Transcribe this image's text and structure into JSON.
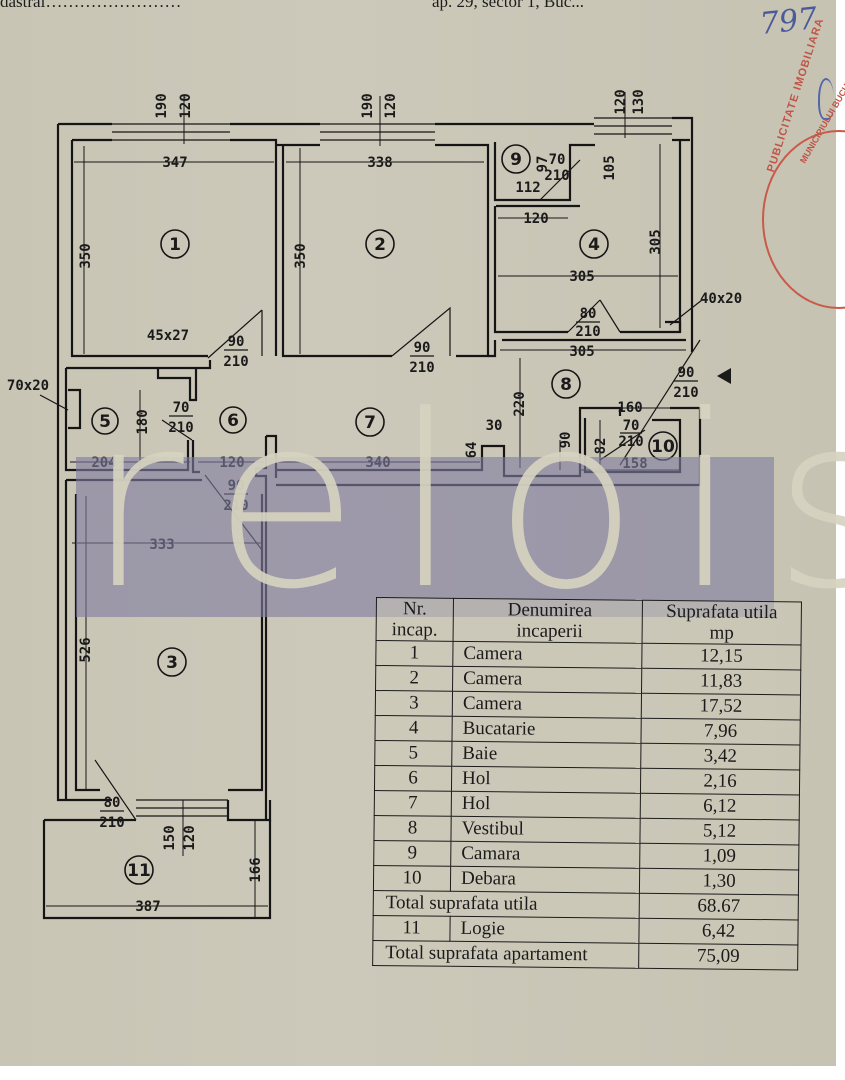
{
  "header": {
    "left_fragment": "dastral……………………",
    "right_fragment": "ap. 29, sector 1, Buc...",
    "handwritten_note": "797"
  },
  "watermark": {
    "text": "relois"
  },
  "stamp": {
    "outer_text": "PUBLICITATE IMOBILIARA",
    "inner_text": "MUNICIPIULUI BUCURESTI",
    "color": "#c25446"
  },
  "floor_plan": {
    "rooms": [
      {
        "id": "1",
        "label": "1"
      },
      {
        "id": "2",
        "label": "2"
      },
      {
        "id": "3",
        "label": "3"
      },
      {
        "id": "4",
        "label": "4"
      },
      {
        "id": "5",
        "label": "5"
      },
      {
        "id": "6",
        "label": "6"
      },
      {
        "id": "7",
        "label": "7"
      },
      {
        "id": "8",
        "label": "8"
      },
      {
        "id": "9",
        "label": "9"
      },
      {
        "id": "10",
        "label": "10"
      },
      {
        "id": "11",
        "label": "11"
      }
    ],
    "dimensions": {
      "r1_width": "347",
      "r1_height": "350",
      "r2_width": "338",
      "r2_height": "350",
      "r4_width": "305",
      "r4_height": "305",
      "r4_width2": "305",
      "r8_width": "305",
      "r8_height": "220",
      "r9_width": "112",
      "r9_height": "97",
      "r9_window": "105",
      "kitchen_nook": "120",
      "r5_width": "204",
      "r5_height": "180",
      "r6_width": "120",
      "r7_width": "340",
      "r3_width": "333",
      "r3_height": "526",
      "r11_width": "387",
      "r11_height": "166",
      "r10_width": "158",
      "r10_height": "82",
      "r10_outer": "160",
      "r10_depth": "90",
      "step_30": "30",
      "step_64": "64",
      "win1_top": "190",
      "win1_bot": "120",
      "win2_top": "190",
      "win2_bot": "120",
      "win4_top": "120",
      "win4_bot": "130",
      "win3_top": "150",
      "win3_bot": "120",
      "door_90": "90",
      "door_210": "210",
      "door_80": "80",
      "door_70": "70",
      "duct_45x27": "45x27",
      "duct_70x20": "70x20",
      "duct_40x20": "40x20"
    }
  },
  "area_table": {
    "headers": {
      "nr_line1": "Nr.",
      "nr_line2": "incap.",
      "name_line1": "Denumirea",
      "name_line2": "incaperii",
      "area_line1": "Suprafata utila",
      "area_line2": "mp"
    },
    "rows": [
      {
        "nr": "1",
        "name": "Camera",
        "area": "12,15"
      },
      {
        "nr": "2",
        "name": "Camera",
        "area": "11,83"
      },
      {
        "nr": "3",
        "name": "Camera",
        "area": "17,52"
      },
      {
        "nr": "4",
        "name": "Bucatarie",
        "area": "7,96"
      },
      {
        "nr": "5",
        "name": "Baie",
        "area": "3,42"
      },
      {
        "nr": "6",
        "name": "Hol",
        "area": "2,16"
      },
      {
        "nr": "7",
        "name": "Hol",
        "area": "6,12"
      },
      {
        "nr": "8",
        "name": "Vestibul",
        "area": "5,12"
      },
      {
        "nr": "9",
        "name": "Camara",
        "area": "1,09"
      },
      {
        "nr": "10",
        "name": "Debara",
        "area": "1,30"
      }
    ],
    "total_useful": {
      "label": "Total suprafata utila",
      "area": "68.67"
    },
    "logia": {
      "nr": "11",
      "name": "Logie",
      "area": "6,42"
    },
    "total_apartment": {
      "label": "Total suprafata apartament",
      "area": "75,09"
    }
  }
}
